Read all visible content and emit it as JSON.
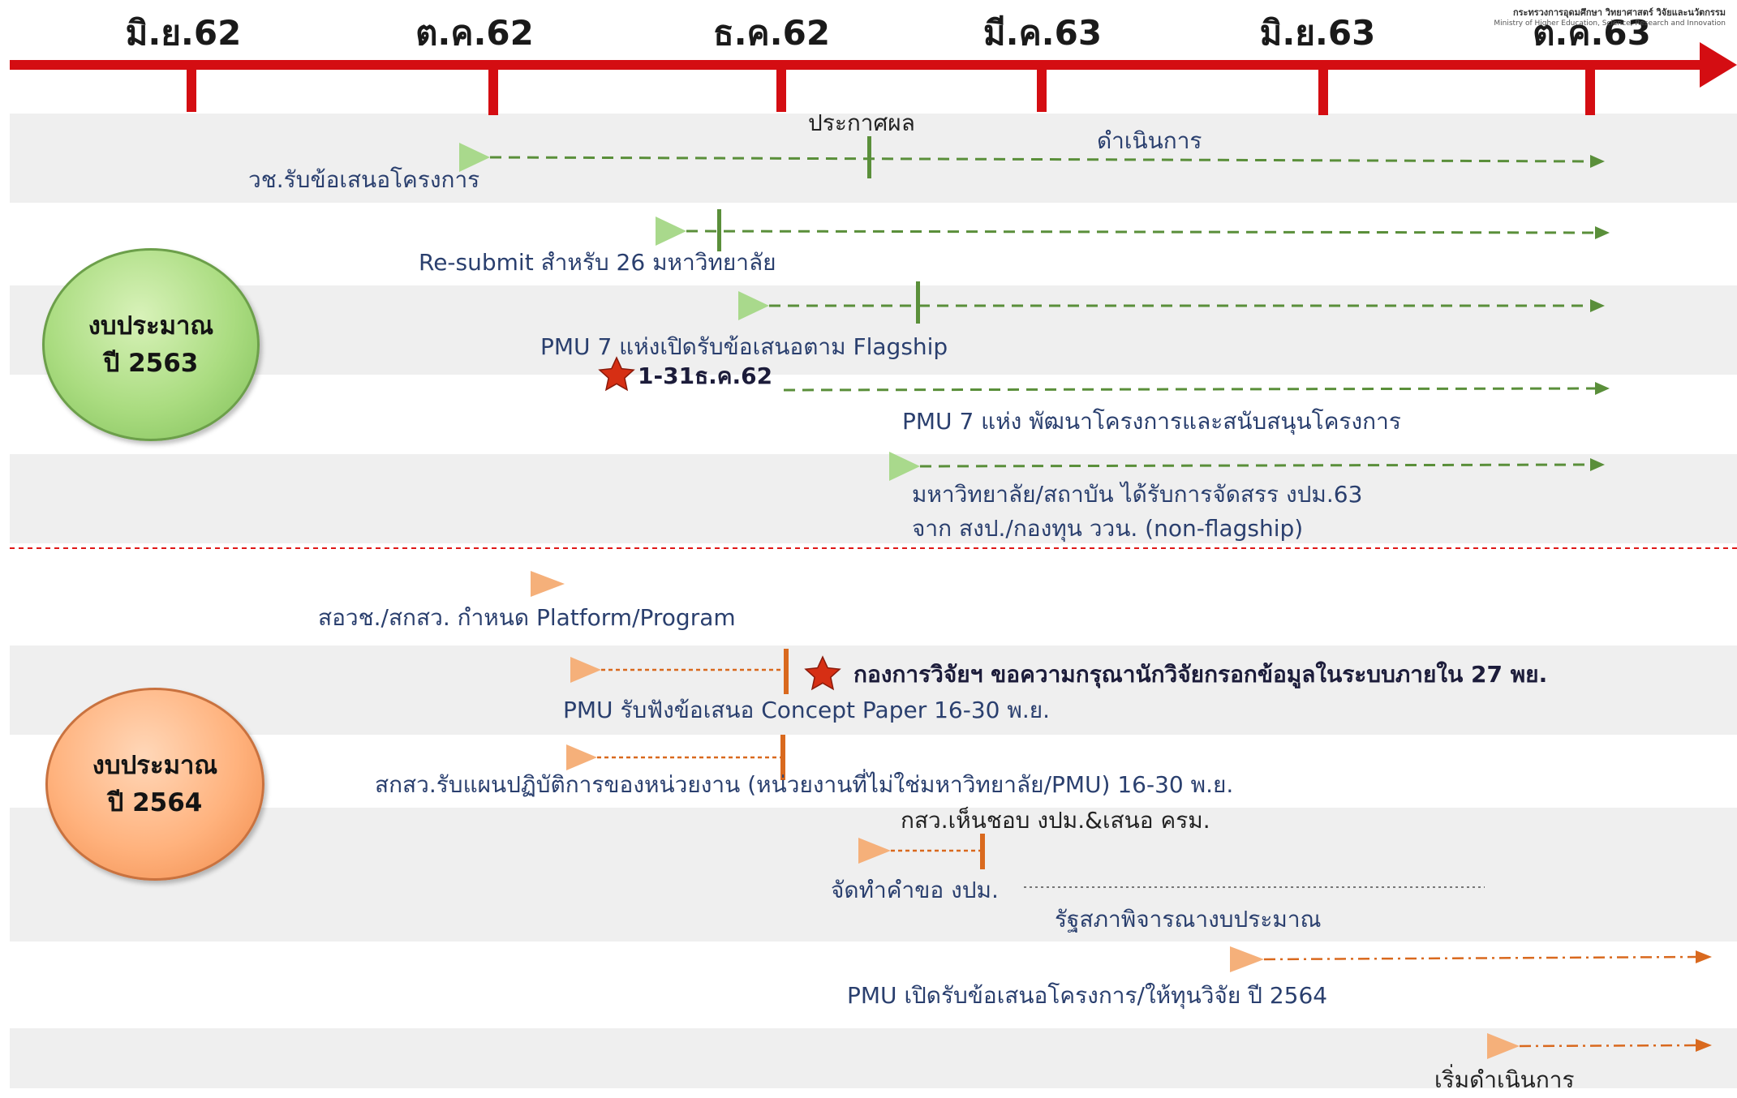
{
  "header": {
    "ministry_th": "กระทรวงการอุดมศึกษา วิทยาศาสตร์ วิจัยและนวัตกรรม",
    "ministry_en": "Ministry of Higher Education, Science, Research and Innovation"
  },
  "timeline": {
    "months": [
      "มิ.ย.62",
      "ต.ค.62",
      "ธ.ค.62",
      "มี.ค.63",
      "มิ.ย.63",
      "ต.ค.63"
    ]
  },
  "budget_2563": {
    "line1": "งบประมาณ",
    "line2": "ปี 2563"
  },
  "budget_2564": {
    "line1": "งบประมาณ",
    "line2": "ปี 2564"
  },
  "rows_2563": {
    "r1_label": "วช.รับข้อเสนอโครงการ",
    "r1_announce": "ประกาศผล",
    "r1_operate": "ดำเนินการ",
    "r2_label": "Re-submit สำหรับ 26 มหาวิทยาลัย",
    "r3_label": "PMU 7 แห่งเปิดรับข้อเสนอตาม Flagship",
    "r3_date": "1-31ธ.ค.62",
    "r4_label": "PMU 7 แห่ง พัฒนาโครงการและสนับสนุนโครงการ",
    "r5_label_1": "มหาวิทยาลัย/สถาบัน ได้รับการจัดสรร งปม.63",
    "r5_label_2": "จาก สงป./กองทุน ววน. (non-flagship)"
  },
  "rows_2564": {
    "r1_label": "สอวช./สกสว. กำหนด Platform/Program",
    "r2_notice": "กองการวิจัยฯ ขอความกรุณานักวิจัยกรอกข้อมูลในระบบภายใน 27 พย.",
    "r2_label": "PMU รับฟังข้อเสนอ Concept Paper 16-30 พ.ย.",
    "r3_label": "สกสว.รับแผนปฏิบัติการของหน่วยงาน (หน่วยงานที่ไม่ใช่มหาวิทยาลัย/PMU) 16-30 พ.ย.",
    "r4_top": "กสว.เห็นชอบ งปม.&เสนอ ครม.",
    "r4_label": "จัดทำคำขอ งปม.",
    "r4_parliament": "รัฐสภาพิจารณางบประมาณ",
    "r5_label": "PMU เปิดรับข้อเสนอโครงการ/ให้ทุนวิจัย ปี 2564",
    "r6_label": "เริ่มดำเนินการ"
  },
  "colors": {
    "timeline": "#d40d12",
    "green": "#5a8f3a",
    "green_arrow": "#a9d98c",
    "orange": "#d9691e",
    "orange_arrow": "#f5b07a",
    "star": "#d62f14",
    "divider": "#e01818"
  }
}
